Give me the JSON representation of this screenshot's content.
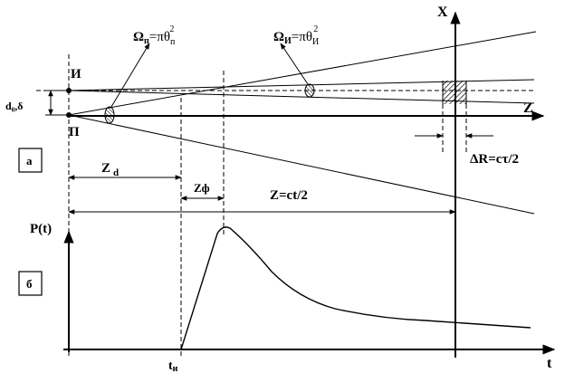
{
  "labels": {
    "axis_x": "X",
    "axis_z": "Z",
    "axis_p": "P(t)",
    "axis_t": "t",
    "source_I": "И",
    "receiver_P": "П",
    "d0": "d₀,δ",
    "omega_p_sym": "Ω",
    "omega_p_sub": "п",
    "omega_p_eq": "=πθ",
    "omega_p_th_sub": "п",
    "omega_p_exp": "2",
    "omega_i_sym": "Ω",
    "omega_i_sub": "И",
    "omega_i_eq": "=πθ",
    "omega_i_th_sub": "И",
    "omega_i_exp": "2",
    "panel_a": "а",
    "panel_b": "б",
    "zd_main": "Z",
    "zd_sub": "d",
    "zf": "Zф",
    "z_eq": "Z=ct/2",
    "delta_r": "ΔR=cτ/2",
    "t_i_main": "t",
    "t_i_sub": "и"
  },
  "pulse_curve": {
    "t_start": 0,
    "peak_rel_position": 0.2,
    "note_shape": "fast rise, exponential-like decay"
  }
}
